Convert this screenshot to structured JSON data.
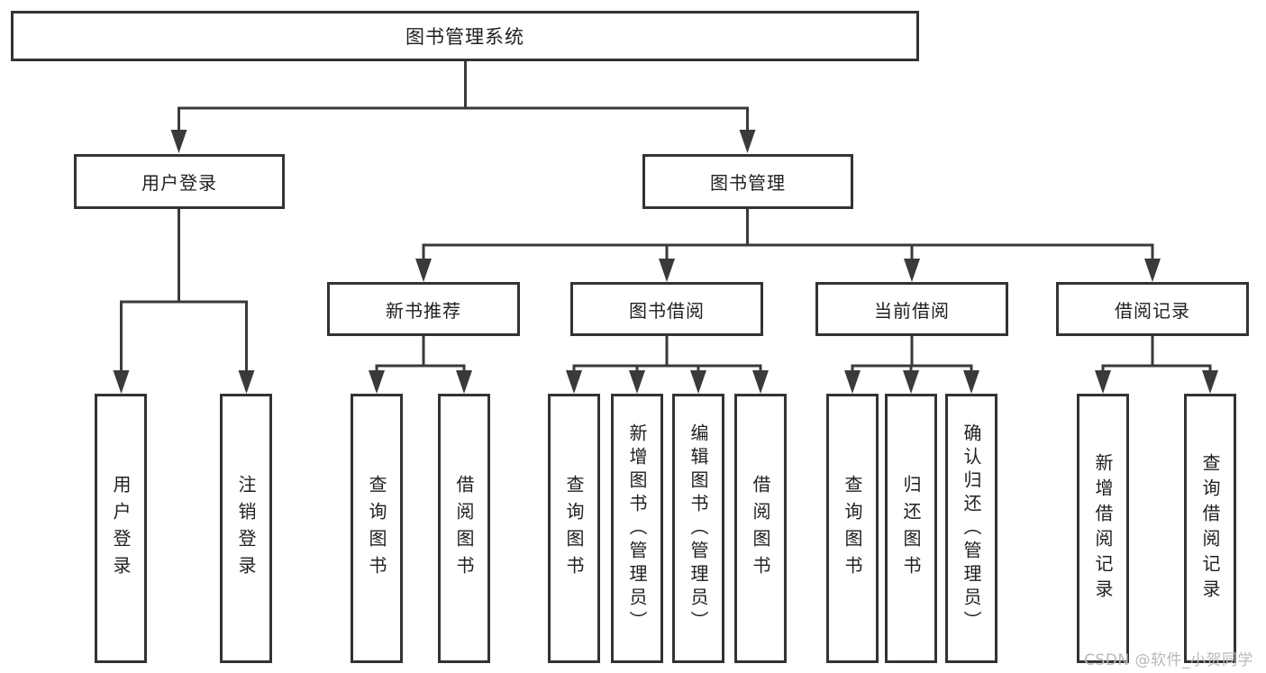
{
  "colors": {
    "background": "#ffffff",
    "box_border": "#333333",
    "connector_line": "#3a3a3a",
    "text": "#1f1f1f",
    "watermark": "#b9b9b9"
  },
  "watermark": {
    "text": "CSDN @软件_小贺同学"
  },
  "nodes": {
    "root": {
      "label": "图书管理系统"
    },
    "user_login": {
      "label": "用户登录"
    },
    "book_mgmt": {
      "label": "图书管理"
    },
    "new_book_rec": {
      "label": "新书推荐"
    },
    "book_borrow": {
      "label": "图书借阅"
    },
    "current_borrow": {
      "label": "当前借阅"
    },
    "borrow_record": {
      "label": "借阅记录"
    },
    "leaf_user_login": {
      "label": "用户登录"
    },
    "leaf_logout_login": {
      "label": "注销登录"
    },
    "leaf_query_book_a": {
      "label": "查询图书"
    },
    "leaf_borrow_book_a": {
      "label": "借阅图书"
    },
    "leaf_query_book_b": {
      "label": "查询图书"
    },
    "leaf_add_book_admin": {
      "label": "新增图书（管理员）"
    },
    "leaf_edit_book_admin": {
      "label": "编辑图书（管理员）"
    },
    "leaf_borrow_book_b": {
      "label": "借阅图书"
    },
    "leaf_query_book_c": {
      "label": "查询图书"
    },
    "leaf_return_book": {
      "label": "归还图书"
    },
    "leaf_confirm_return_admin": {
      "label": "确认归还（管理员）"
    },
    "leaf_add_borrow_record": {
      "label": "新增借阅记录"
    },
    "leaf_query_borrow_record": {
      "label": "查询借阅记录"
    }
  },
  "hierarchy": {
    "root": "图书管理系统",
    "children": [
      {
        "label": "用户登录",
        "children": [
          "用户登录",
          "注销登录"
        ]
      },
      {
        "label": "图书管理",
        "children": [
          {
            "label": "新书推荐",
            "children": [
              "查询图书",
              "借阅图书"
            ]
          },
          {
            "label": "图书借阅",
            "children": [
              "查询图书",
              "新增图书（管理员）",
              "编辑图书（管理员）",
              "借阅图书"
            ]
          },
          {
            "label": "当前借阅",
            "children": [
              "查询图书",
              "归还图书",
              "确认归还（管理员）"
            ]
          },
          {
            "label": "借阅记录",
            "children": [
              "新增借阅记录",
              "查询借阅记录"
            ]
          }
        ]
      }
    ]
  }
}
